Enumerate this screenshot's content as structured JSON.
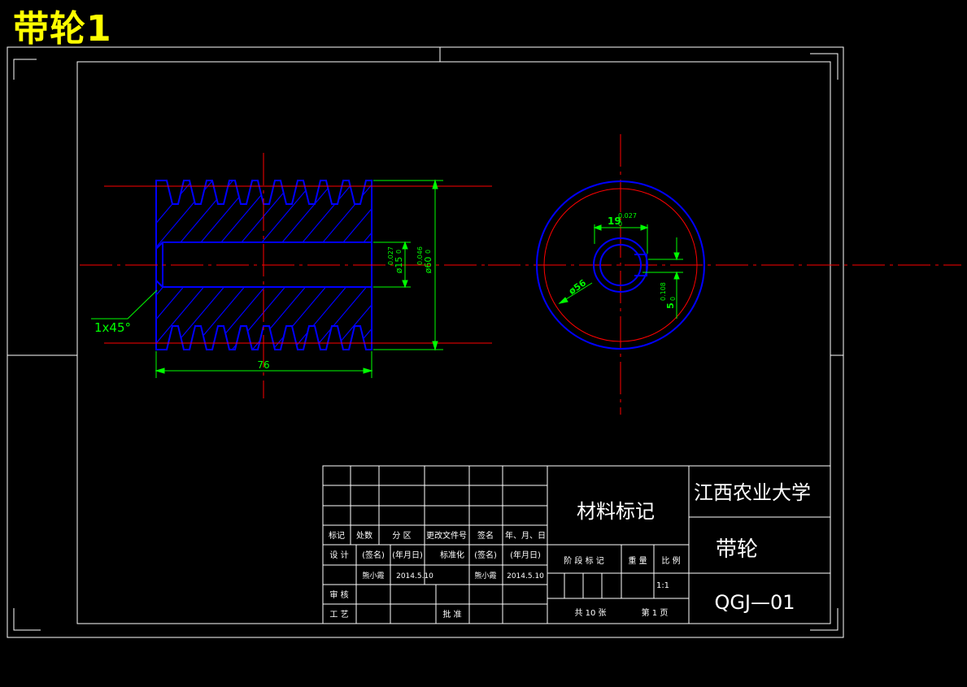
{
  "sheet_title": "带轮1",
  "drawing": {
    "chamfer_note": "1x45°",
    "dims": {
      "length": "76",
      "bore_dia": "ø15",
      "bore_tol": "0.027",
      "bore_tol_zero": "0",
      "outer_dia": "ø60",
      "outer_tol": "0.046",
      "outer_tol_zero": "0",
      "keyway_width": "19",
      "keyway_width_tol": "0.027",
      "keyway_width_tol_zero": "0",
      "circle_dia": "ø56",
      "key_depth": "5",
      "key_depth_tol": "0.108",
      "key_depth_tol_zero": "0"
    }
  },
  "title_block": {
    "rev_header": [
      "标记",
      "处数",
      "分  区",
      "更改文件号",
      "签名",
      "年、月、日"
    ],
    "design_row": [
      "设  计",
      "(签名)",
      "(年月日)",
      "标准化",
      "(签名)",
      "(年月日)"
    ],
    "signer_row": [
      "熊小霞",
      "2014.5.10",
      "熊小霞",
      "2014.5.10"
    ],
    "review": "审  核",
    "process": "工  艺",
    "approve": "批  准",
    "material": "材料标记",
    "stage_header": [
      "阶  段  标  记",
      "重  量",
      "比  例"
    ],
    "scale": "1:1",
    "sheets": "共 10  张",
    "page": "第  1  页",
    "organization": "江西农业大学",
    "part_name": "带轮",
    "drawing_number": "QGJ—01"
  },
  "colors": {
    "background": "#000000",
    "frame": "#ffffff",
    "outline": "#0000ff",
    "hatch": "#0000ff",
    "centerline": "#ff0000",
    "dimension": "#00ff00",
    "title": "#ffff00"
  }
}
